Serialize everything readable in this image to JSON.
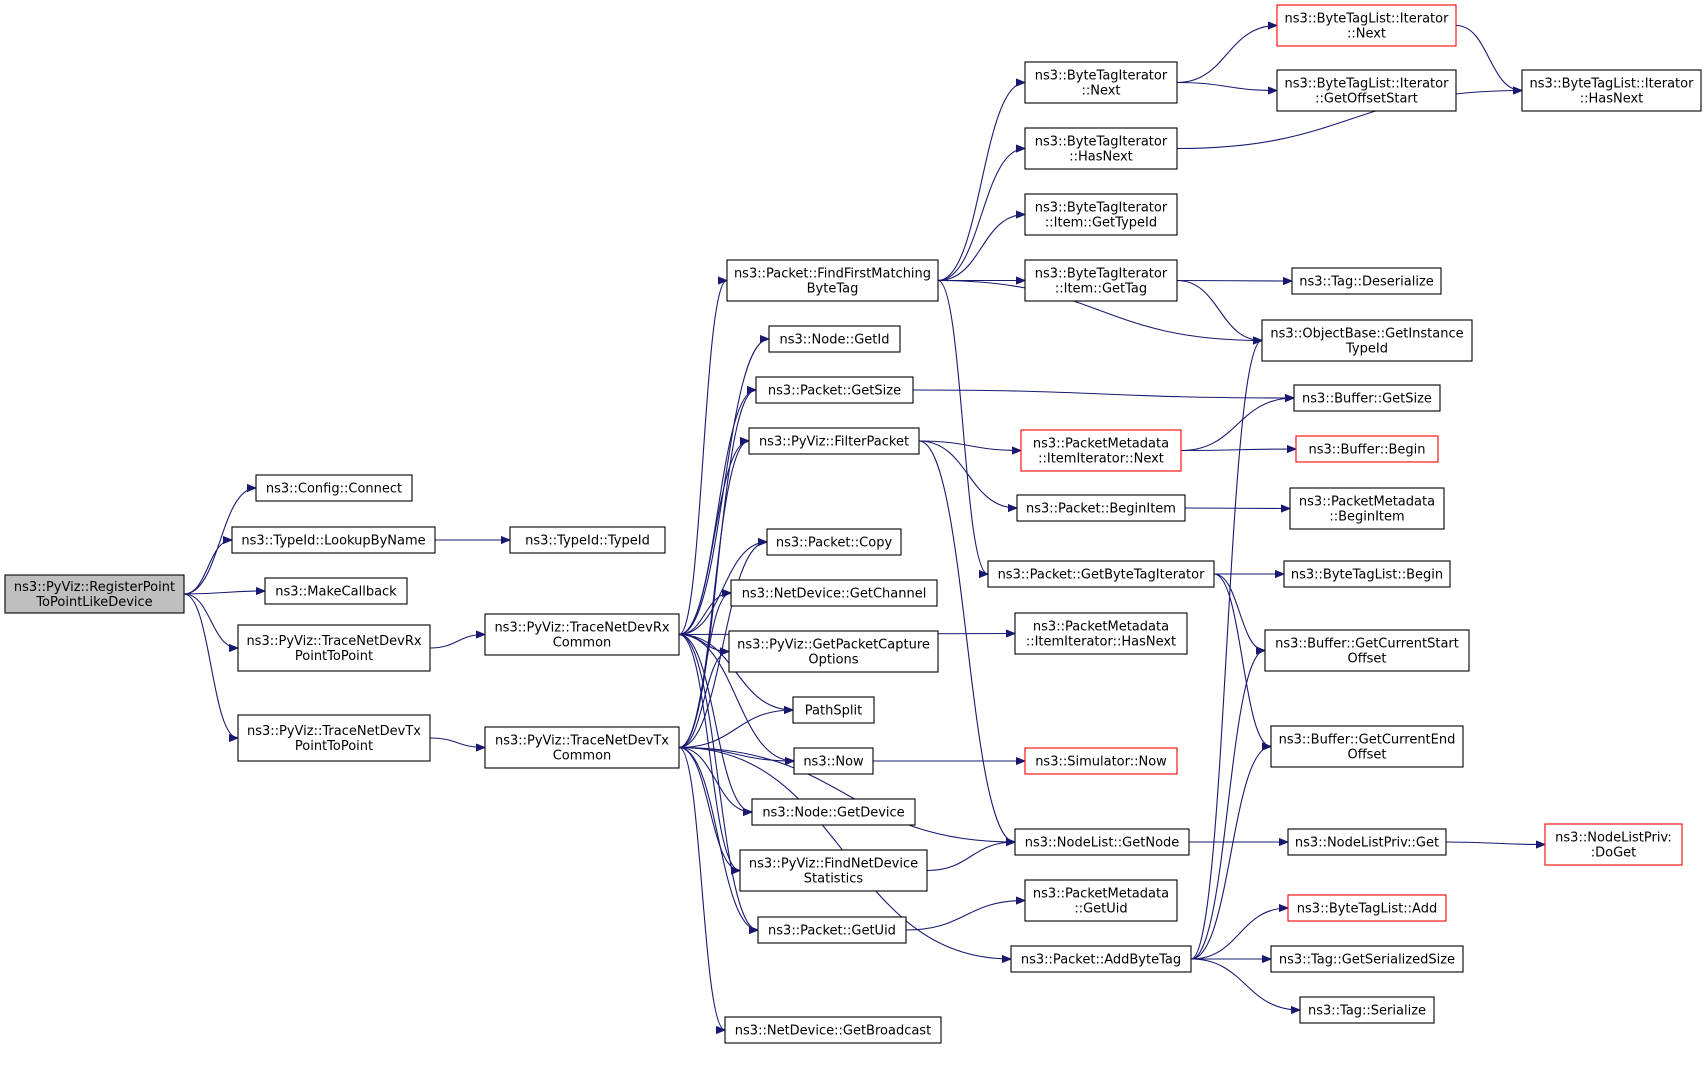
{
  "diagram": {
    "colors": {
      "edge": "#191970",
      "border": "#000000",
      "incomplete_border": "#ff0000",
      "root_fill": "#bfbfbf"
    },
    "nodes": [
      {
        "id": "root",
        "lines": [
          "ns3::PyViz::RegisterPoint",
          "ToPointLikeDevice"
        ],
        "style": "root"
      },
      {
        "id": "config_connect",
        "lines": [
          "ns3::Config::Connect"
        ]
      },
      {
        "id": "typeid_lookup",
        "lines": [
          "ns3::TypeId::LookupByName"
        ]
      },
      {
        "id": "typeid_typeid",
        "lines": [
          "ns3::TypeId::TypeId"
        ]
      },
      {
        "id": "makecallback",
        "lines": [
          "ns3::MakeCallback"
        ]
      },
      {
        "id": "rx_p2p",
        "lines": [
          "ns3::PyViz::TraceNetDevRx",
          "PointToPoint"
        ]
      },
      {
        "id": "tx_p2p",
        "lines": [
          "ns3::PyViz::TraceNetDevTx",
          "PointToPoint"
        ]
      },
      {
        "id": "rx_common",
        "lines": [
          "ns3::PyViz::TraceNetDevRx",
          "Common"
        ]
      },
      {
        "id": "tx_common",
        "lines": [
          "ns3::PyViz::TraceNetDevTx",
          "Common"
        ]
      },
      {
        "id": "findfirst",
        "lines": [
          "ns3::Packet::FindFirstMatching",
          "ByteTag"
        ]
      },
      {
        "id": "node_getid",
        "lines": [
          "ns3::Node::GetId"
        ]
      },
      {
        "id": "packet_getsize",
        "lines": [
          "ns3::Packet::GetSize"
        ]
      },
      {
        "id": "filterpacket",
        "lines": [
          "ns3::PyViz::FilterPacket"
        ]
      },
      {
        "id": "packet_copy",
        "lines": [
          "ns3::Packet::Copy"
        ]
      },
      {
        "id": "nd_getchannel",
        "lines": [
          "ns3::NetDevice::GetChannel"
        ]
      },
      {
        "id": "getpktcapture",
        "lines": [
          "ns3::PyViz::GetPacketCapture",
          "Options"
        ]
      },
      {
        "id": "pathsplit",
        "lines": [
          "PathSplit"
        ]
      },
      {
        "id": "now",
        "lines": [
          "ns3::Now"
        ]
      },
      {
        "id": "node_getdevice",
        "lines": [
          "ns3::Node::GetDevice"
        ]
      },
      {
        "id": "findnetdev",
        "lines": [
          "ns3::PyViz::FindNetDevice",
          "Statistics"
        ]
      },
      {
        "id": "packet_getuid",
        "lines": [
          "ns3::Packet::GetUid"
        ]
      },
      {
        "id": "nd_getbroadcast",
        "lines": [
          "ns3::NetDevice::GetBroadcast"
        ]
      },
      {
        "id": "bti_next",
        "lines": [
          "ns3::ByteTagIterator",
          "::Next"
        ]
      },
      {
        "id": "bti_hasnext",
        "lines": [
          "ns3::ByteTagIterator",
          "::HasNext"
        ]
      },
      {
        "id": "bti_item_typeid",
        "lines": [
          "ns3::ByteTagIterator",
          "::Item::GetTypeId"
        ]
      },
      {
        "id": "bti_item_gettag",
        "lines": [
          "ns3::ByteTagIterator",
          "::Item::GetTag"
        ]
      },
      {
        "id": "pm_ii_next",
        "lines": [
          "ns3::PacketMetadata",
          "::ItemIterator::Next"
        ],
        "style": "red"
      },
      {
        "id": "packet_beginitem",
        "lines": [
          "ns3::Packet::BeginItem"
        ]
      },
      {
        "id": "packet_getbtiter",
        "lines": [
          "ns3::Packet::GetByteTagIterator"
        ]
      },
      {
        "id": "pm_ii_hasnext",
        "lines": [
          "ns3::PacketMetadata",
          "::ItemIterator::HasNext"
        ]
      },
      {
        "id": "simulator_now",
        "lines": [
          "ns3::Simulator::Now"
        ],
        "style": "red"
      },
      {
        "id": "nodelist_getnode",
        "lines": [
          "ns3::NodeList::GetNode"
        ]
      },
      {
        "id": "pm_getuid",
        "lines": [
          "ns3::PacketMetadata",
          "::GetUid"
        ]
      },
      {
        "id": "packet_addbytetag",
        "lines": [
          "ns3::Packet::AddByteTag"
        ]
      },
      {
        "id": "btl_iter_next",
        "lines": [
          "ns3::ByteTagList::Iterator",
          "::Next"
        ],
        "style": "red"
      },
      {
        "id": "btl_iter_getoffset",
        "lines": [
          "ns3::ByteTagList::Iterator",
          "::GetOffsetStart"
        ]
      },
      {
        "id": "btl_iter_hasnext",
        "lines": [
          "ns3::ByteTagList::Iterator",
          "::HasNext"
        ]
      },
      {
        "id": "tag_deserialize",
        "lines": [
          "ns3::Tag::Deserialize"
        ]
      },
      {
        "id": "objbase_getinst",
        "lines": [
          "ns3::ObjectBase::GetInstance",
          "TypeId"
        ]
      },
      {
        "id": "buffer_getsize",
        "lines": [
          "ns3::Buffer::GetSize"
        ]
      },
      {
        "id": "buffer_begin",
        "lines": [
          "ns3::Buffer::Begin"
        ],
        "style": "red"
      },
      {
        "id": "pm_beginitem",
        "lines": [
          "ns3::PacketMetadata",
          "::BeginItem"
        ]
      },
      {
        "id": "btl_begin",
        "lines": [
          "ns3::ByteTagList::Begin"
        ]
      },
      {
        "id": "buffer_getcurstart",
        "lines": [
          "ns3::Buffer::GetCurrentStart",
          "Offset"
        ]
      },
      {
        "id": "buffer_getcurend",
        "lines": [
          "ns3::Buffer::GetCurrentEnd",
          "Offset"
        ]
      },
      {
        "id": "nodelistpriv_get",
        "lines": [
          "ns3::NodeListPriv::Get"
        ]
      },
      {
        "id": "nodelistpriv_doget",
        "lines": [
          "ns3::NodeListPriv:",
          ":DoGet"
        ],
        "style": "red"
      },
      {
        "id": "btl_add",
        "lines": [
          "ns3::ByteTagList::Add"
        ],
        "style": "red"
      },
      {
        "id": "tag_getserialsize",
        "lines": [
          "ns3::Tag::GetSerializedSize"
        ]
      },
      {
        "id": "tag_serialize",
        "lines": [
          "ns3::Tag::Serialize"
        ]
      }
    ],
    "edges": [
      [
        "root",
        "config_connect"
      ],
      [
        "root",
        "typeid_lookup"
      ],
      [
        "root",
        "makecallback"
      ],
      [
        "root",
        "rx_p2p"
      ],
      [
        "root",
        "tx_p2p"
      ],
      [
        "typeid_lookup",
        "typeid_typeid"
      ],
      [
        "rx_p2p",
        "rx_common"
      ],
      [
        "tx_p2p",
        "tx_common"
      ],
      [
        "rx_common",
        "findfirst"
      ],
      [
        "rx_common",
        "node_getid"
      ],
      [
        "rx_common",
        "packet_getsize"
      ],
      [
        "rx_common",
        "filterpacket"
      ],
      [
        "rx_common",
        "packet_copy"
      ],
      [
        "rx_common",
        "nd_getchannel"
      ],
      [
        "rx_common",
        "getpktcapture"
      ],
      [
        "rx_common",
        "pathsplit"
      ],
      [
        "rx_common",
        "now"
      ],
      [
        "rx_common",
        "node_getdevice"
      ],
      [
        "rx_common",
        "findnetdev"
      ],
      [
        "rx_common",
        "packet_getuid"
      ],
      [
        "rx_common",
        "pm_ii_hasnext"
      ],
      [
        "tx_common",
        "packet_getsize"
      ],
      [
        "tx_common",
        "filterpacket"
      ],
      [
        "tx_common",
        "packet_copy"
      ],
      [
        "tx_common",
        "nd_getchannel"
      ],
      [
        "tx_common",
        "getpktcapture"
      ],
      [
        "tx_common",
        "pathsplit"
      ],
      [
        "tx_common",
        "now"
      ],
      [
        "tx_common",
        "node_getdevice"
      ],
      [
        "tx_common",
        "findnetdev"
      ],
      [
        "tx_common",
        "packet_getuid"
      ],
      [
        "tx_common",
        "nd_getbroadcast"
      ],
      [
        "tx_common",
        "nodelist_getnode"
      ],
      [
        "tx_common",
        "packet_addbytetag"
      ],
      [
        "findfirst",
        "bti_next"
      ],
      [
        "findfirst",
        "bti_hasnext"
      ],
      [
        "findfirst",
        "bti_item_typeid"
      ],
      [
        "findfirst",
        "bti_item_gettag"
      ],
      [
        "findfirst",
        "objbase_getinst"
      ],
      [
        "findfirst",
        "packet_getbtiter"
      ],
      [
        "packet_getsize",
        "buffer_getsize"
      ],
      [
        "filterpacket",
        "pm_ii_next"
      ],
      [
        "filterpacket",
        "packet_beginitem"
      ],
      [
        "filterpacket",
        "nodelist_getnode"
      ],
      [
        "now",
        "simulator_now"
      ],
      [
        "findnetdev",
        "nodelist_getnode"
      ],
      [
        "packet_getuid",
        "pm_getuid"
      ],
      [
        "bti_next",
        "btl_iter_next"
      ],
      [
        "bti_next",
        "btl_iter_getoffset"
      ],
      [
        "bti_hasnext",
        "btl_iter_hasnext"
      ],
      [
        "btl_iter_next",
        "btl_iter_hasnext"
      ],
      [
        "bti_item_gettag",
        "tag_deserialize"
      ],
      [
        "bti_item_gettag",
        "objbase_getinst"
      ],
      [
        "pm_ii_next",
        "buffer_getsize"
      ],
      [
        "pm_ii_next",
        "buffer_begin"
      ],
      [
        "packet_beginitem",
        "pm_beginitem"
      ],
      [
        "packet_getbtiter",
        "btl_begin"
      ],
      [
        "packet_getbtiter",
        "buffer_getcurstart"
      ],
      [
        "packet_getbtiter",
        "buffer_getcurend"
      ],
      [
        "nodelist_getnode",
        "nodelistpriv_get"
      ],
      [
        "nodelistpriv_get",
        "nodelistpriv_doget"
      ],
      [
        "packet_addbytetag",
        "btl_add"
      ],
      [
        "packet_addbytetag",
        "tag_getserialsize"
      ],
      [
        "packet_addbytetag",
        "tag_serialize"
      ],
      [
        "packet_addbytetag",
        "objbase_getinst"
      ],
      [
        "packet_addbytetag",
        "buffer_getcurstart"
      ],
      [
        "packet_addbytetag",
        "buffer_getcurend"
      ]
    ]
  }
}
